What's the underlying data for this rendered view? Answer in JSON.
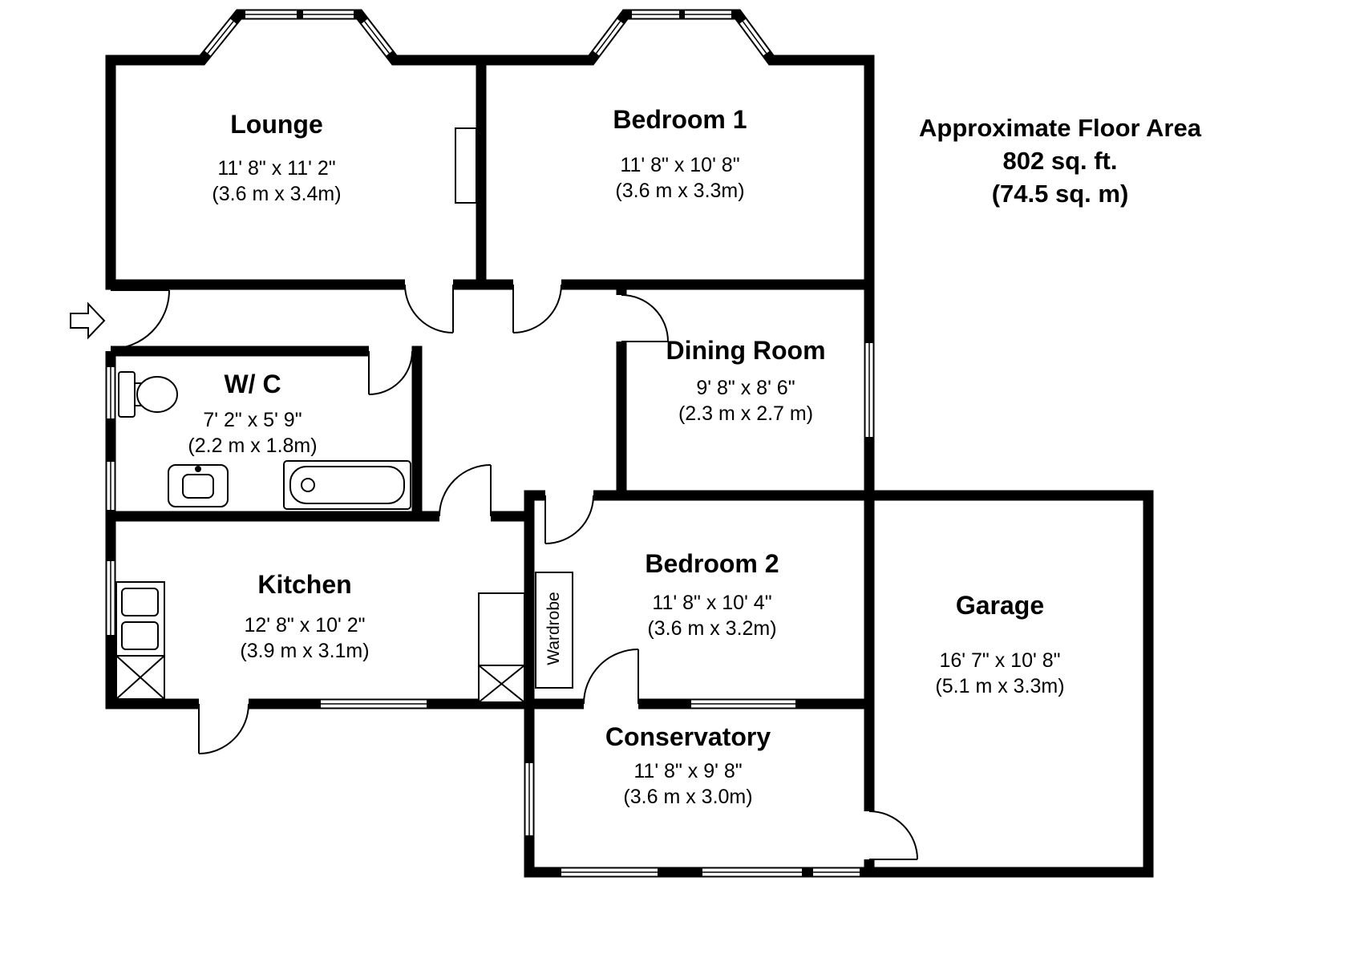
{
  "floor_area": {
    "line1": "Approximate Floor Area",
    "line2": "802 sq. ft.",
    "line3": "(74.5 sq. m)"
  },
  "rooms": {
    "lounge": {
      "name": "Lounge",
      "imperial": "11' 8\" x 11' 2\"",
      "metric": "(3.6 m x 3.4m)"
    },
    "bedroom1": {
      "name": "Bedroom 1",
      "imperial": "11' 8\" x 10' 8\"",
      "metric": "(3.6 m x 3.3m)"
    },
    "dining": {
      "name": "Dining Room",
      "imperial": "9' 8\" x 8' 6\"",
      "metric": "(2.3 m x 2.7 m)"
    },
    "wc": {
      "name": "W/ C",
      "imperial": "7' 2\" x 5' 9\"",
      "metric": "(2.2 m x 1.8m)"
    },
    "kitchen": {
      "name": "Kitchen",
      "imperial": "12' 8\" x 10' 2\"",
      "metric": "(3.9 m x 3.1m)"
    },
    "bedroom2": {
      "name": "Bedroom 2",
      "imperial": "11' 8\" x 10' 4\"",
      "metric": "(3.6 m x 3.2m)"
    },
    "garage": {
      "name": "Garage",
      "imperial": "16' 7\" x 10' 8\"",
      "metric": "(5.1 m x 3.3m)"
    },
    "conservatory": {
      "name": "Conservatory",
      "imperial": "11' 8\" x 9' 8\"",
      "metric": "(3.6 m x 3.0m)"
    }
  },
  "fixtures": {
    "wardrobe": "Wardrobe"
  },
  "colors": {
    "wall": "#000000",
    "background": "#ffffff",
    "text": "#000000"
  }
}
